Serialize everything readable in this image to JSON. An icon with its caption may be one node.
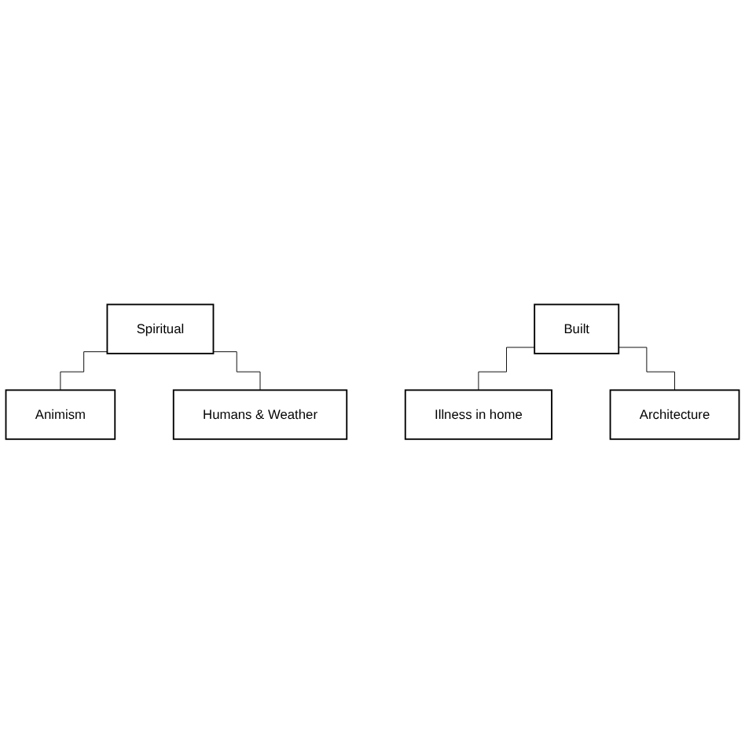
{
  "diagram": {
    "nodes": [
      {
        "text": [
          "Spiritual"
        ]
      },
      {
        "text": [
          "Animism"
        ]
      },
      {
        "text": [
          "Humans & Weather"
        ]
      },
      {
        "text": [
          "Built"
        ]
      },
      {
        "text": [
          "Illness in home"
        ]
      },
      {
        "text": [
          "Architecture"
        ]
      }
    ],
    "edges": [
      {
        "from": 0,
        "to": 1,
        "arrow": "none"
      },
      {
        "from": 0,
        "to": 2,
        "arrow": "none"
      },
      {
        "from": 3,
        "to": 4,
        "arrow": "none"
      },
      {
        "from": 3,
        "to": 5,
        "arrow": "none"
      }
    ]
  }
}
